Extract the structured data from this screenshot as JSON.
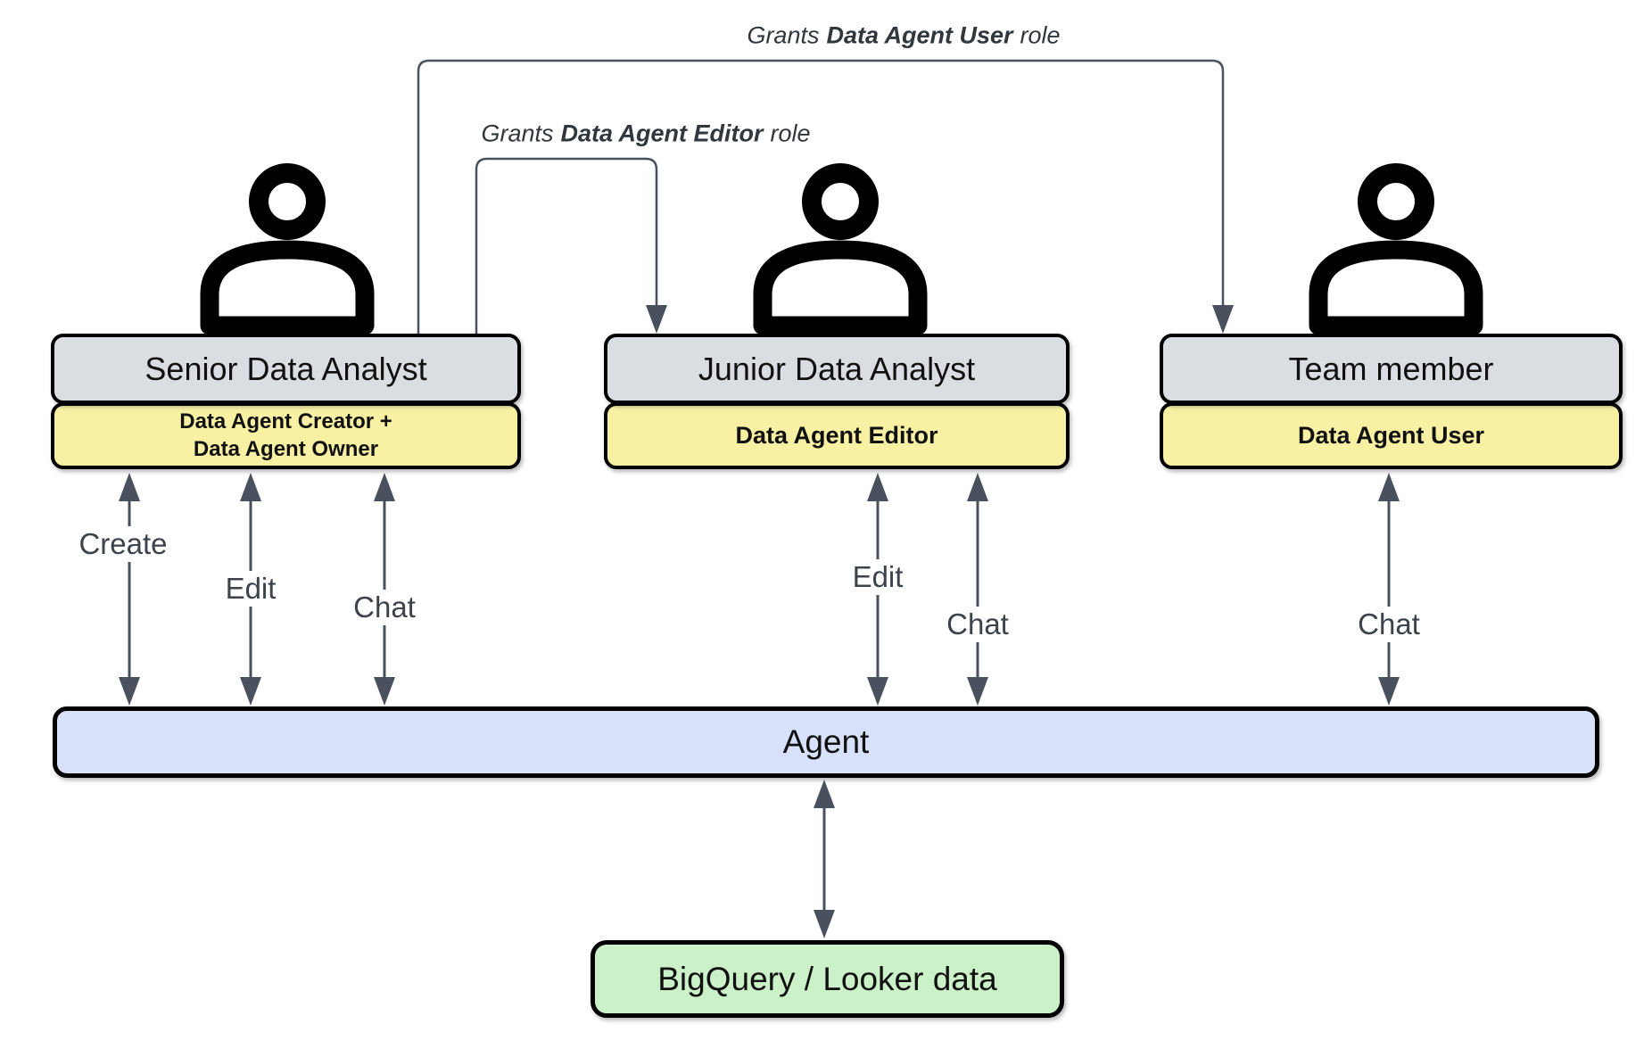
{
  "colors": {
    "box_grey": "#dadde1",
    "box_yellow": "#f8f0a3",
    "box_blue": "#d7e2fa",
    "box_green": "#cbf1c8",
    "line": "#49515e",
    "label_text": "#3d434b",
    "grants_text": "#31373d",
    "border": "#000000"
  },
  "actors": [
    {
      "name": "Senior Data Analyst",
      "role_line1": "Data Agent Creator +",
      "role_line2": "Data Agent Owner"
    },
    {
      "name": "Junior Data Analyst",
      "role": "Data Agent Editor"
    },
    {
      "name": "Team member",
      "role": "Data Agent User"
    }
  ],
  "grants": [
    {
      "prefix": "Grants",
      "role": "Data Agent User",
      "suffix": "role"
    },
    {
      "prefix": "Grants",
      "role": "Data Agent Editor",
      "suffix": "role"
    }
  ],
  "actions": {
    "create": "Create",
    "edit": "Edit",
    "chat": "Chat"
  },
  "agent_label": "Agent",
  "datastore_label": "BigQuery / Looker data"
}
